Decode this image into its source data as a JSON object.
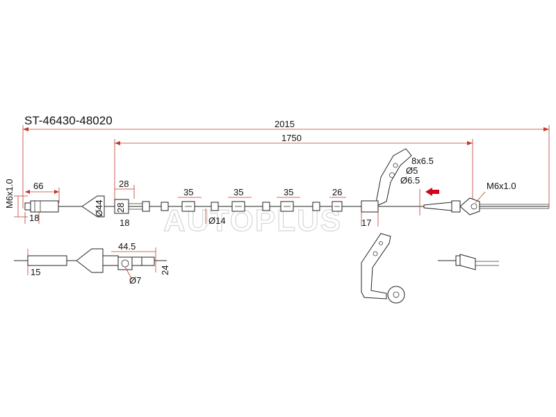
{
  "part_number": "ST-46430-48020",
  "watermark": "AUTOPLUS",
  "dimensions": {
    "total_length": "2015",
    "cable_length": "1750",
    "thread_left": "M6x1.0",
    "thread_right": "M6x1.0",
    "end_length": "66",
    "end_width": "18",
    "end_side_length": "15",
    "boot_diameter": "Ø44",
    "fitting_width": "28",
    "fitting_height": "28",
    "fitting_gap": "18",
    "bracket_width": "44.5",
    "bracket_height": "24",
    "bracket_hole": "Ø7",
    "clip_1": "35",
    "clip_2": "35",
    "clip_3": "35",
    "clip_4": "26",
    "cable_diameter": "Ø14",
    "bracket_slot": "8x6.5",
    "bracket_hole_small": "Ø5",
    "bracket_hole_large": "Ø6.5",
    "bracket_base": "17"
  },
  "colors": {
    "dimension_line": "#c0392b",
    "arrow": "#d0021b",
    "drawing": "#222222"
  },
  "icons": {
    "direction_arrow": "red-arrow-left-icon"
  }
}
